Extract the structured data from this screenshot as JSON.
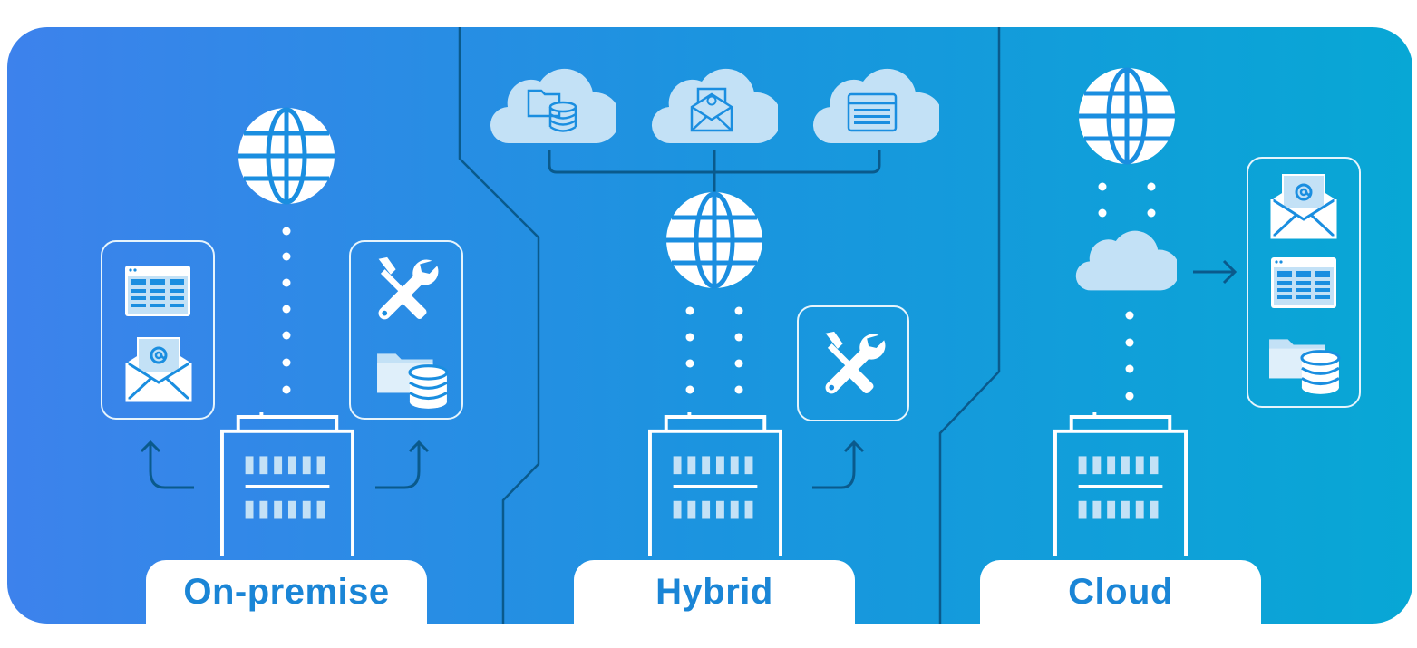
{
  "labels": {
    "on_premise": "On-premise",
    "hybrid": "Hybrid",
    "cloud": "Cloud"
  },
  "colors": {
    "gradient_start": "#3d82ec",
    "gradient_mid": "#1b94df",
    "gradient_end": "#08a7d5",
    "icon_white": "#ffffff",
    "icon_fill_light": "#c3e1f6",
    "divider_dark": "#0a5a8c",
    "label_text": "#1a85d6"
  },
  "icons": {
    "globe": "globe-icon",
    "browser": "browser-window-icon",
    "email": "email-envelope-icon",
    "tools": "wrench-screwdriver-icon",
    "folder_db": "folder-database-icon",
    "cloud": "cloud-icon",
    "building": "office-building-icon",
    "arrow": "arrow-icon"
  }
}
